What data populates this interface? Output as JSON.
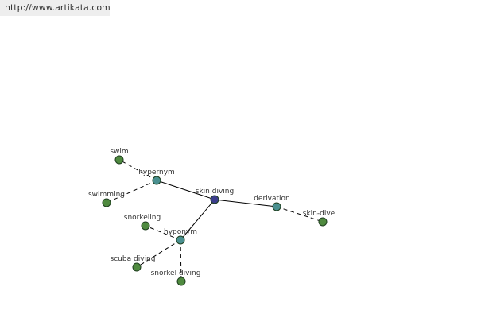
{
  "header": {
    "url": "http://www.artikata.com"
  },
  "graph": {
    "colors": {
      "center": "#3b3d8c",
      "relation": "#4a9090",
      "leaf": "#4f8a3f"
    },
    "nodes": [
      {
        "id": "skin-diving",
        "label": "skin diving",
        "kind": "center"
      },
      {
        "id": "hypernym",
        "label": "hypernym",
        "kind": "relation"
      },
      {
        "id": "hyponym",
        "label": "hyponym",
        "kind": "relation"
      },
      {
        "id": "derivation",
        "label": "derivation",
        "kind": "relation"
      },
      {
        "id": "swim",
        "label": "swim",
        "kind": "leaf"
      },
      {
        "id": "swimming",
        "label": "swimming",
        "kind": "leaf"
      },
      {
        "id": "snorkeling",
        "label": "snorkeling",
        "kind": "leaf"
      },
      {
        "id": "scuba-diving",
        "label": "scuba diving",
        "kind": "leaf"
      },
      {
        "id": "snorkel-diving",
        "label": "snorkel diving",
        "kind": "leaf"
      },
      {
        "id": "skin-dive",
        "label": "skin-dive",
        "kind": "leaf"
      }
    ],
    "edges": [
      {
        "from": "skin-diving",
        "to": "hypernym",
        "style": "solid"
      },
      {
        "from": "skin-diving",
        "to": "hyponym",
        "style": "solid"
      },
      {
        "from": "skin-diving",
        "to": "derivation",
        "style": "solid"
      },
      {
        "from": "hypernym",
        "to": "swim",
        "style": "dashed"
      },
      {
        "from": "hypernym",
        "to": "swimming",
        "style": "dashed"
      },
      {
        "from": "hyponym",
        "to": "snorkeling",
        "style": "dashed"
      },
      {
        "from": "hyponym",
        "to": "scuba-diving",
        "style": "dashed"
      },
      {
        "from": "hyponym",
        "to": "snorkel-diving",
        "style": "dashed"
      },
      {
        "from": "derivation",
        "to": "skin-dive",
        "style": "dashed"
      }
    ]
  }
}
